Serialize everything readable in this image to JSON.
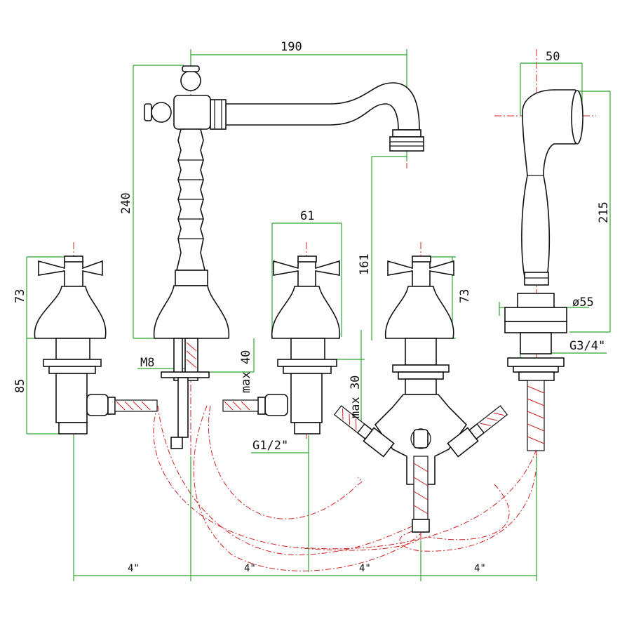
{
  "dimensions": {
    "spout_reach": "190",
    "spout_height": "240",
    "spout_outlet_height": "161",
    "handle_width": "61",
    "handle_height_left": "73",
    "handle_height_right": "73",
    "valve_body_height": "85",
    "max_deck_left": "max 40",
    "max_deck_right": "max 30",
    "shower_head_width": "50",
    "shower_height": "215",
    "shower_base_diameter": "ø55",
    "shower_thread": "G3/4\"",
    "spout_stud_thread": "M8",
    "valve_thread": "G1/2\"",
    "spacing_1": "4\"",
    "spacing_2": "4\"",
    "spacing_3": "4\"",
    "spacing_4": "4\""
  },
  "colors": {
    "dimension_lines": "#2fa52f",
    "center_lines": "#d02020",
    "outline": "#111111"
  }
}
